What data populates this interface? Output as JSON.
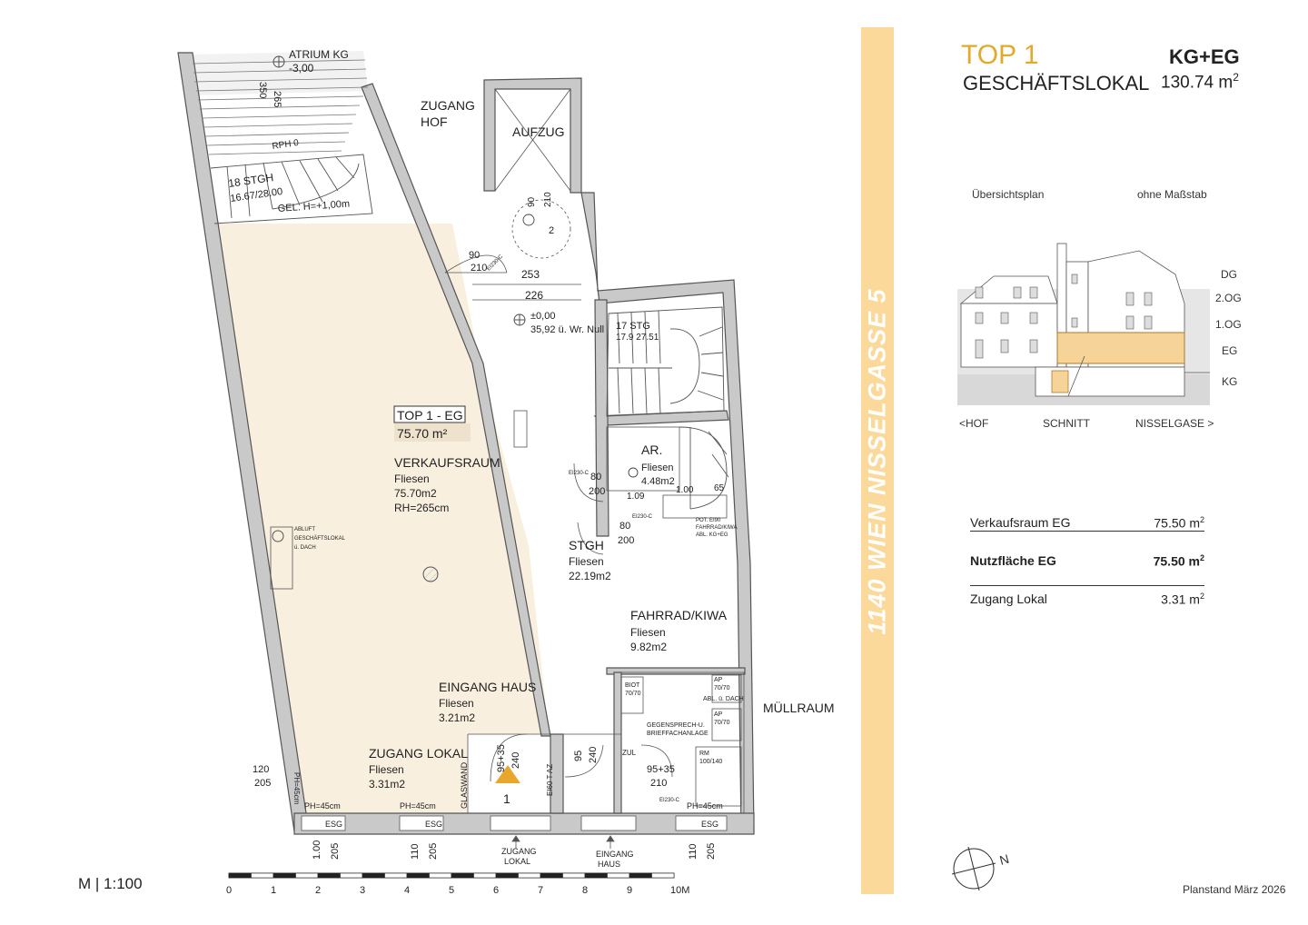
{
  "header": {
    "top": "TOP 1",
    "type": "GESCHÄFTSLOKAL",
    "levels_prefix": "KG+",
    "levels_bold": "EG",
    "total_area": "130.74 m",
    "area_sup": "2"
  },
  "street": "1140 WIEN NISSELGASSE 5",
  "overview": {
    "title": "Übersichtsplan",
    "scale_note": "ohne Maßstab",
    "floors": [
      "DG",
      "2.OG",
      "1.OG",
      "EG",
      "KG"
    ],
    "left_label": "<HOF",
    "center_label": "SCHNITT",
    "right_label": "NISSELGASE >"
  },
  "areas": [
    {
      "label": "Verkaufsraum EG",
      "value": "75.50 m",
      "bold": false
    },
    {
      "label": "Nutzfläche  EG",
      "value": "75.50 m",
      "bold": true
    },
    {
      "label": "Zugang Lokal",
      "value": "3.31 m",
      "bold": false
    }
  ],
  "area_sup": "2",
  "scale_label": "M  |  1:100",
  "planstand": "Planstand März 2026",
  "scale_ticks": [
    "0",
    "1",
    "2",
    "3",
    "4",
    "5",
    "6",
    "7",
    "8",
    "9",
    "10M"
  ],
  "plan": {
    "atrium": "ATRIUM KG",
    "atrium_level": "-3,00",
    "dim_265": "265",
    "dim_350": "350",
    "rph": "RPH 0",
    "stgh1": "18 STGH",
    "stgh1_dim": "16.67/28.00",
    "gel": "GEL. H=+1,00m",
    "zugang_hof": "ZUGANG",
    "zugang_hof2": "HOF",
    "aufzug": "AUFZUG",
    "d90": "90",
    "d210": "210",
    "d2": "2",
    "d253": "253",
    "d226": "226",
    "ei230": "EI230-C",
    "level0": "±0,00",
    "level0b": "35,92 ü. Wr. Null",
    "stgh2": "17 STG",
    "stgh2_dim": "17.9 27.51",
    "top_box": "TOP 1 - EG",
    "top_box_area": "75.70 m²",
    "vk_name": "VERKAUFSRAUM",
    "vk_floor": "Fliesen",
    "vk_area": "75.70m2",
    "vk_rh": "RH=265cm",
    "abluft1": "ABLUFT",
    "abluft2": "GESCHÄFTSLOKAL",
    "abluft3": "ü. DACH",
    "ar_name": "AR.",
    "ar_floor": "Fliesen",
    "ar_area": "4.48m2",
    "d80": "80",
    "d200": "200",
    "d109": "1.09",
    "d100": "1.00",
    "d65": "65",
    "pot1": "POT. EI90",
    "pot2": "FAHRRAD/KIWA",
    "pot3": "ABL. KG+EG",
    "stgh_name": "STGH",
    "stgh_floor": "Fliesen",
    "stgh_area": "22.19m2",
    "fk_name": "FAHRRAD/KIWA",
    "fk_floor": "Fliesen",
    "fk_area": "9.82m2",
    "biot": "BIOT",
    "biot_dim": "70/70",
    "ap1": "AP",
    "ap1_dim": "70/70",
    "abl_dach": "ABL. ü. DACH",
    "ap2": "AP",
    "ap2_dim": "70/70",
    "gegen1": "GEGENSPRECH-U.",
    "gegen2": "BRIEFFACHANLAGE",
    "rm": "RM",
    "rm_dim": "100/140",
    "muell": "MÜLLRAUM",
    "eh_name": "EINGANG HAUS",
    "eh_floor": "Fliesen",
    "eh_area": "3.21m2",
    "zl_name": "ZUGANG LOKAL",
    "zl_floor": "Fliesen",
    "zl_area": "3.31m2",
    "d120": "120",
    "d205": "205",
    "ph45": "PH=45cm",
    "glaswand": "GLASWAND",
    "d9535": "95+35",
    "d240": "240",
    "d95": "95",
    "ei60": "EI60 T AZ",
    "zul": "ZUL",
    "marker1": "1",
    "esg": "ESG",
    "d110": "110",
    "zugang_lokal1": "ZUGANG",
    "zugang_lokal2": "LOKAL",
    "eingang_haus1": "EINGANG",
    "eingang_haus2": "HAUS"
  }
}
